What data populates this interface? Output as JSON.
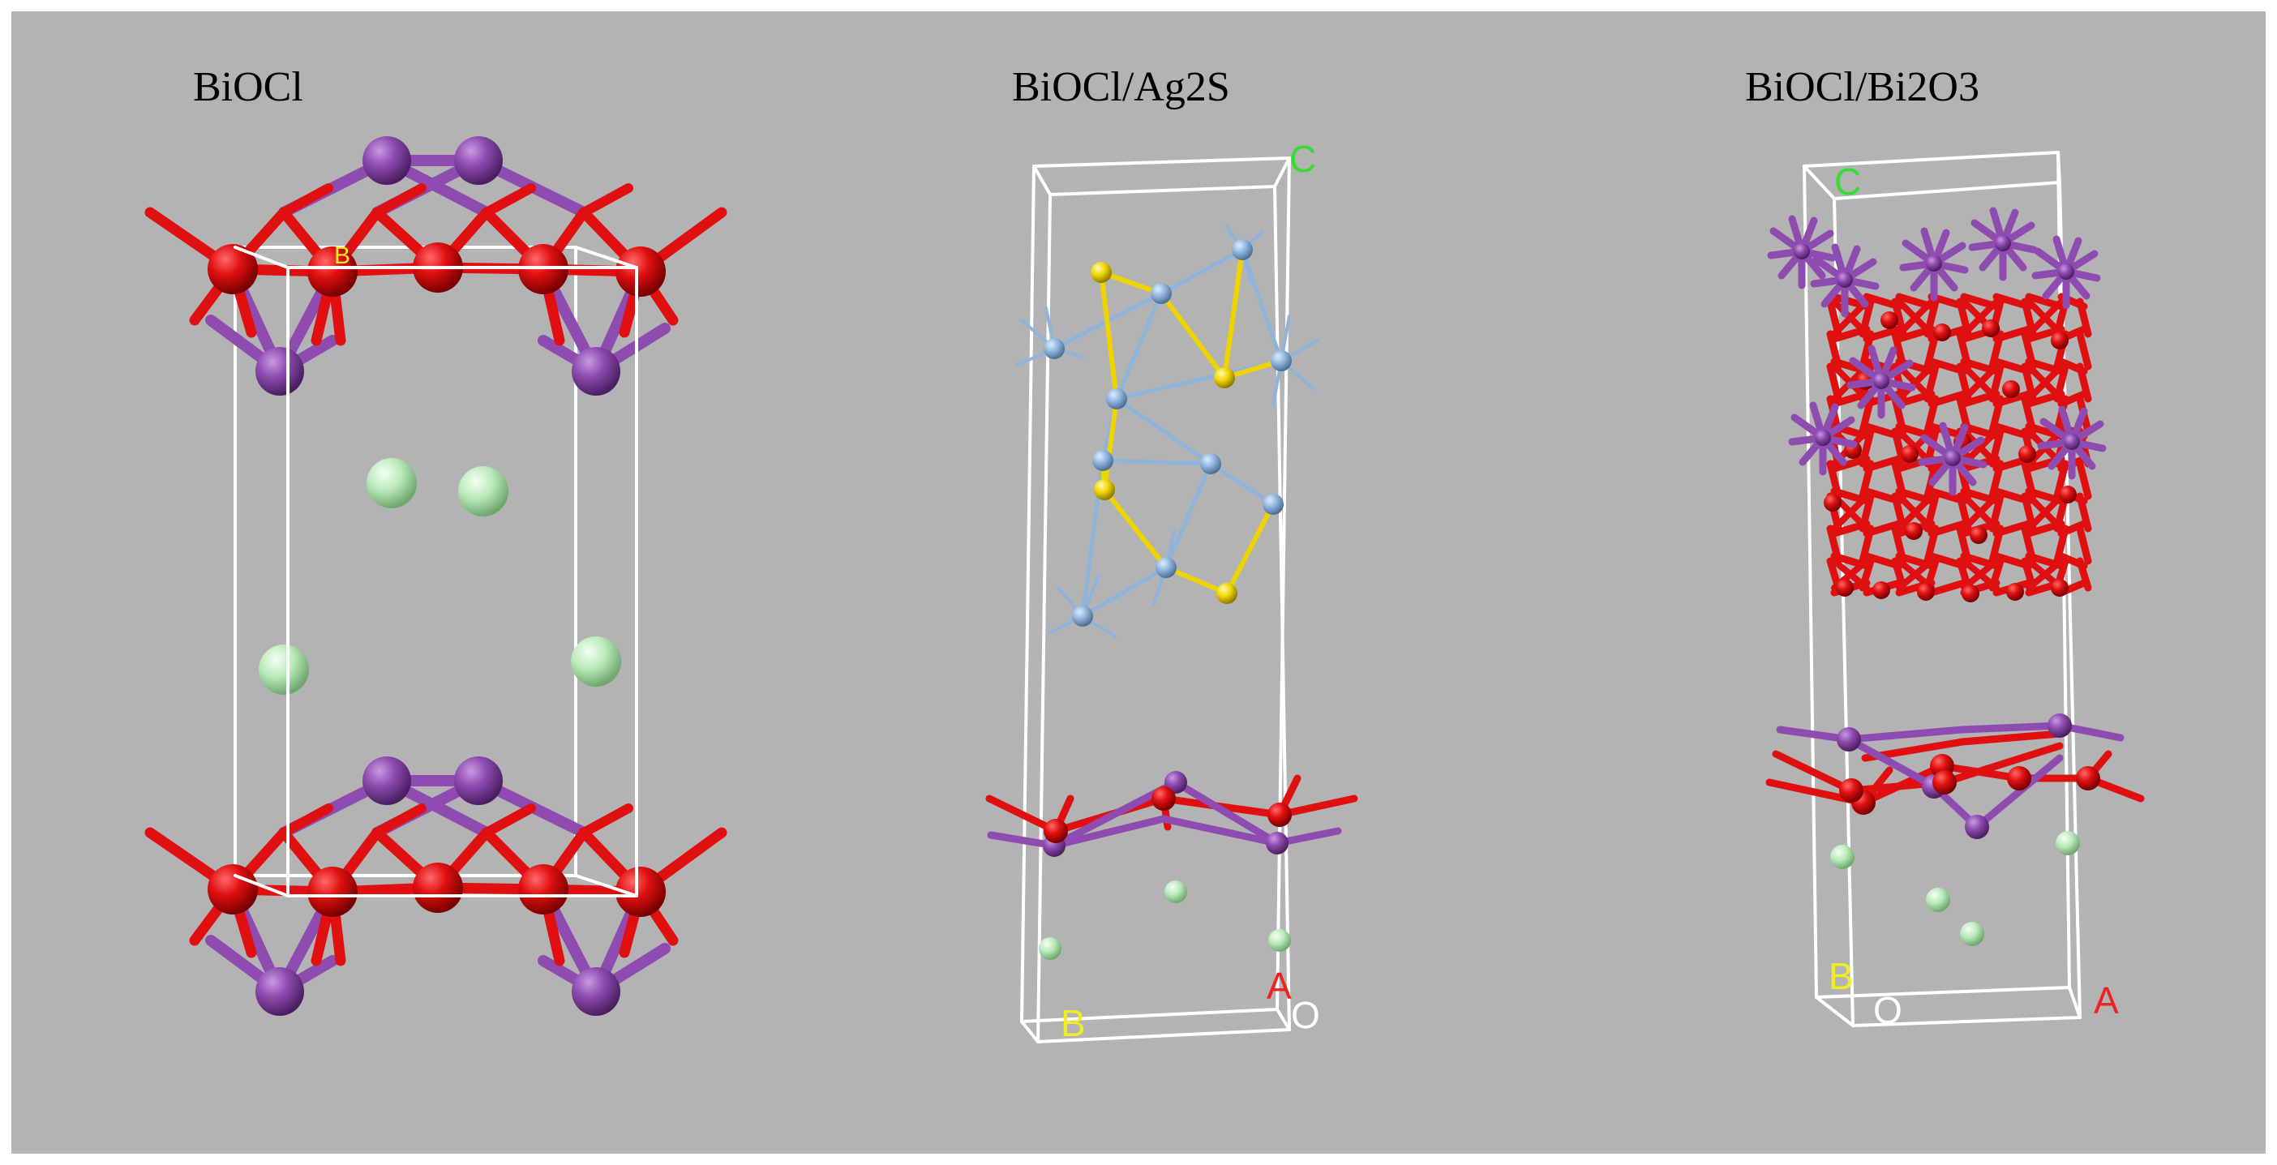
{
  "panels": [
    {
      "title": "BiOCl",
      "axes": {
        "b": "B"
      }
    },
    {
      "title": "BiOCl/Ag2S",
      "axes": {
        "c": "C",
        "a": "A",
        "b": "B",
        "o": "O"
      }
    },
    {
      "title": "BiOCl/Bi2O3",
      "axes": {
        "c": "C",
        "a": "A",
        "b": "B",
        "o": "O"
      }
    }
  ],
  "colors": {
    "background": "#b3b3b3",
    "cell": "#ffffff",
    "bismuth": "#8e4cb0",
    "oxygen": "#e01010",
    "chlorine": "#b8eab8",
    "silver": "#8eb4dc",
    "sulfur": "#f0d400",
    "axis_c": "#33dd33",
    "axis_a": "#ee2222",
    "axis_b": "#eeee22",
    "axis_o": "#ffffff"
  }
}
